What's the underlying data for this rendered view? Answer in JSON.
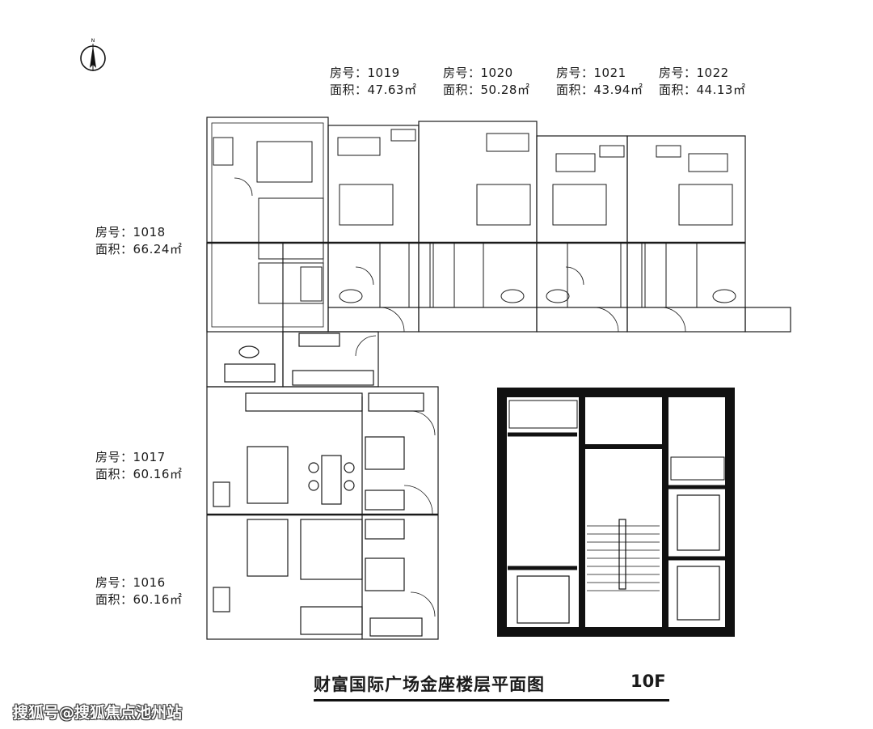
{
  "compass": {
    "north_label": "N"
  },
  "units": [
    {
      "id": "1019",
      "room_label": "房号：1019",
      "area_label": "面积：47.63㎡"
    },
    {
      "id": "1020",
      "room_label": "房号：1020",
      "area_label": "面积：50.28㎡"
    },
    {
      "id": "1021",
      "room_label": "房号：1021",
      "area_label": "面积：43.94㎡"
    },
    {
      "id": "1022",
      "room_label": "房号：1022",
      "area_label": "面积：44.13㎡"
    },
    {
      "id": "1018",
      "room_label": "房号：1018",
      "area_label": "面积：66.24㎡"
    },
    {
      "id": "1017",
      "room_label": "房号：1017",
      "area_label": "面积：60.16㎡"
    },
    {
      "id": "1016",
      "room_label": "房号：1016",
      "area_label": "面积：60.16㎡"
    }
  ],
  "caption": {
    "title": "财富国际广场金座楼层平面图",
    "floor": "10F"
  },
  "watermark": "搜狐号@搜狐焦点池州站"
}
